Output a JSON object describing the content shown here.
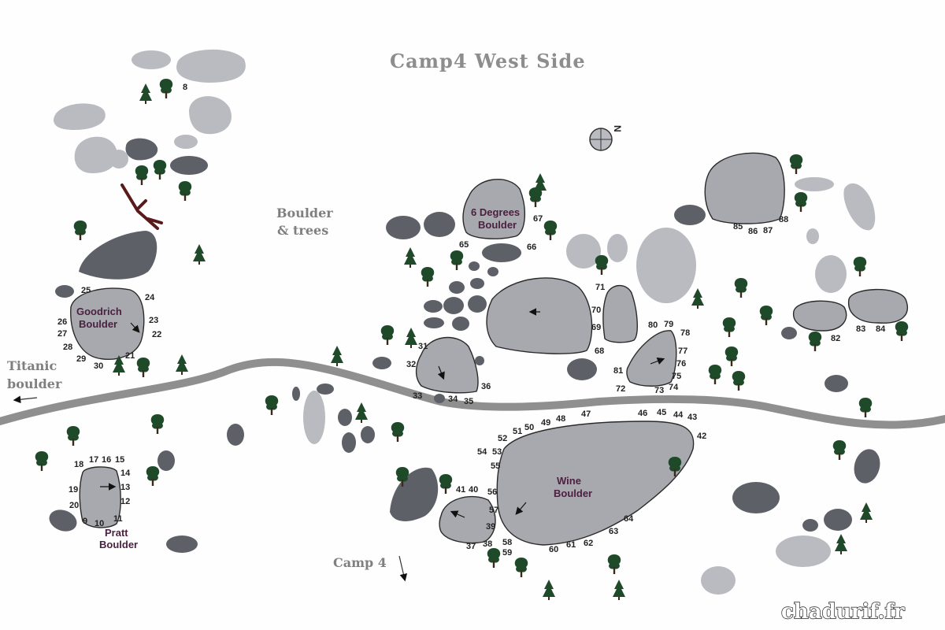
{
  "title": "Camp4 West Side",
  "labels": {
    "boulder_trees_1": "Boulder",
    "boulder_trees_2": "& trees",
    "titanic_1": "Titanic",
    "titanic_2": "boulder",
    "camp4": "Camp 4",
    "north": "N"
  },
  "boulders": {
    "goodrich": [
      "Goodrich",
      "Boulder"
    ],
    "six_degrees": [
      "6 Degrees",
      "Boulder"
    ],
    "wine": [
      "Wine",
      "Boulder"
    ],
    "pratt": [
      "Pratt",
      "Boulder"
    ]
  },
  "watermark": "chadurif.fr",
  "problem_numbers": [
    "8",
    "9",
    "10",
    "11",
    "12",
    "13",
    "14",
    "15",
    "16",
    "17",
    "18",
    "19",
    "20",
    "21",
    "22",
    "23",
    "24",
    "25",
    "26",
    "27",
    "28",
    "29",
    "30",
    "31",
    "32",
    "33",
    "34",
    "35",
    "36",
    "37",
    "38",
    "39",
    "40",
    "41",
    "42",
    "43",
    "44",
    "45",
    "46",
    "47",
    "48",
    "49",
    "50",
    "51",
    "52",
    "53",
    "54",
    "55",
    "56",
    "57",
    "58",
    "59",
    "60",
    "61",
    "62",
    "63",
    "64",
    "65",
    "66",
    "67",
    "68",
    "69",
    "70",
    "71",
    "72",
    "73",
    "74",
    "75",
    "76",
    "77",
    "78",
    "79",
    "80",
    "81",
    "82",
    "83",
    "84",
    "85",
    "86",
    "87",
    "88"
  ],
  "colors": {
    "rock_light": "#b9bbc0",
    "rock_mid": "#a8a9ae",
    "rock_dark": "#5e6068",
    "trail": "#8f8f8f",
    "tree": "#1f4a2a",
    "label_purple": "#4a1f3f"
  }
}
